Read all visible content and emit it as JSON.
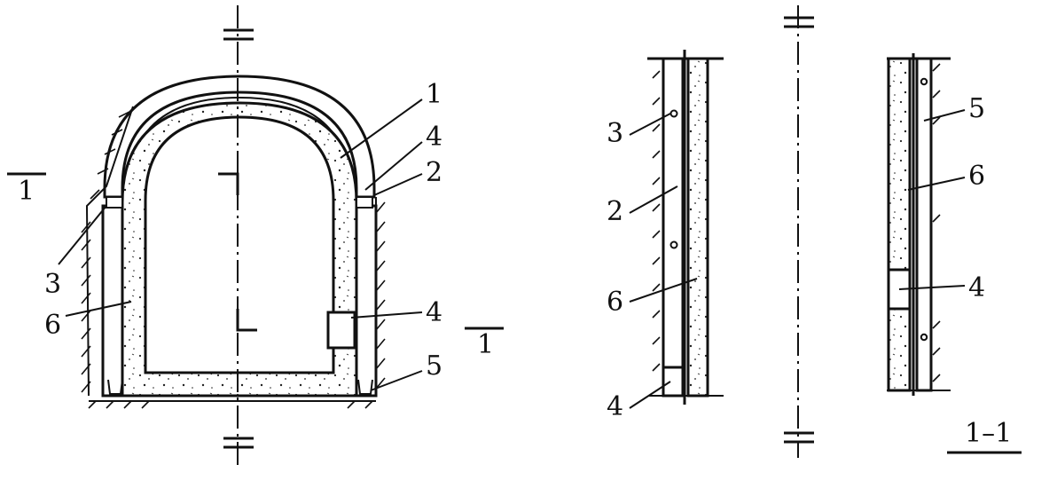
{
  "labels": {
    "l1": "1",
    "l2": "2",
    "l3": "3",
    "l4": "4",
    "l5": "5",
    "l6": "6"
  },
  "section": {
    "mark": "1",
    "title": "1–1"
  }
}
